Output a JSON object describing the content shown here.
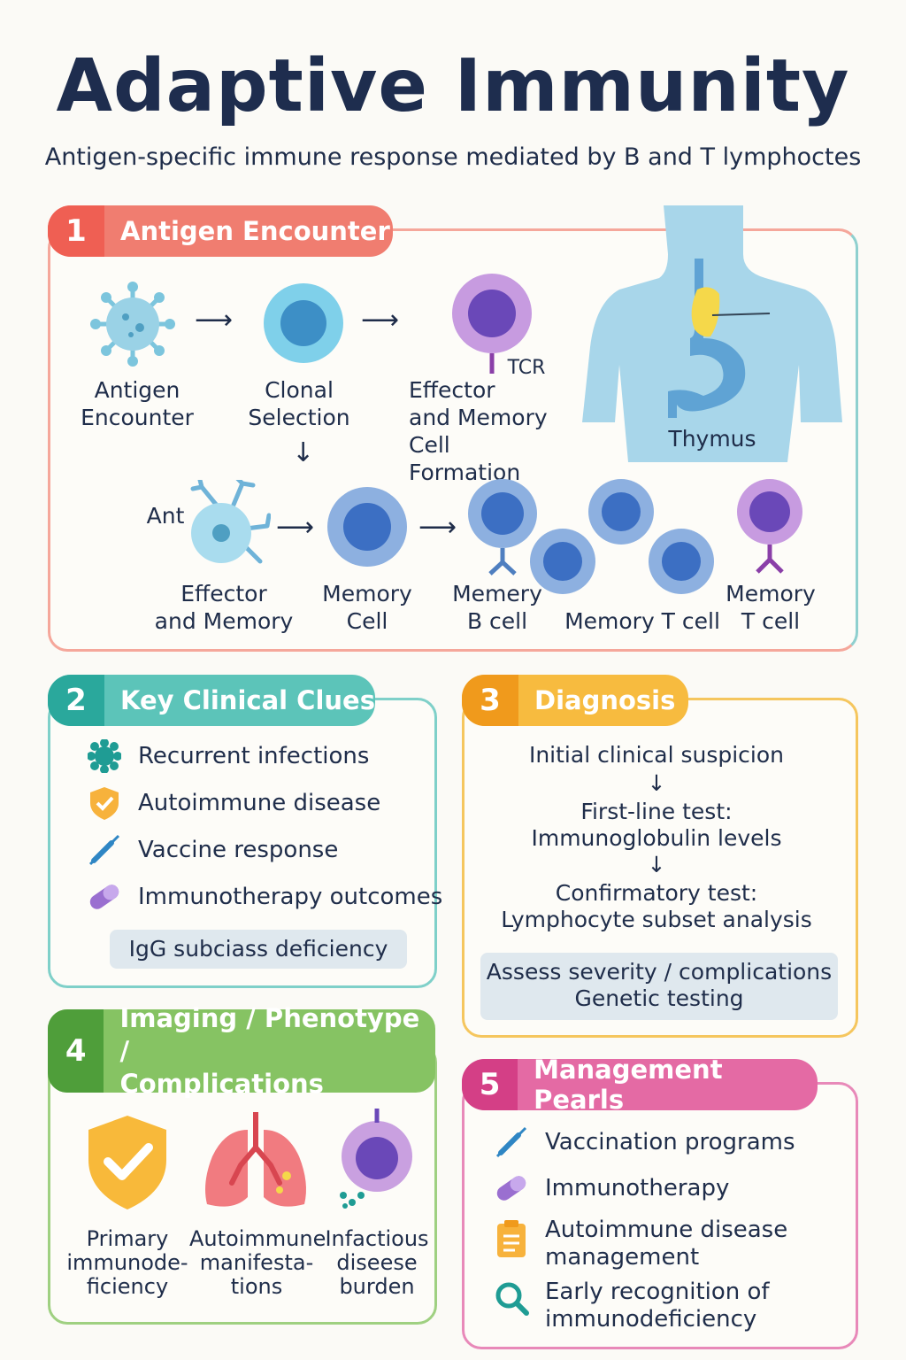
{
  "header": {
    "title": "Adaptive Immunity",
    "subtitle": "Antigen-specific immune response mediated by B and T lymphoctes"
  },
  "sections": {
    "s1": {
      "number": "1",
      "title": "Antigen Encounter",
      "color": "#f06b5e",
      "labels": {
        "antigen": "Antigen\nEncounter",
        "clonal": "Clonal\nSelection",
        "effector": "Effector\nand Memory\nCell Formation",
        "tcr": "TCR",
        "thymus": "Thymus",
        "ant": "Ant",
        "effector2": "Effector\nand Memory",
        "memory_cell": "Memory\nCell",
        "memery_b": "Memery\nB cell",
        "memory_t": "Memory T cell",
        "memory_t2": "Memory\nT cell"
      }
    },
    "s2": {
      "number": "2",
      "title": "Key Clinical Clues",
      "color": "#35b5a8",
      "items": [
        {
          "icon": "virus-icon",
          "label": "Recurrent infections"
        },
        {
          "icon": "shield-icon",
          "label": "Autoimmune disease"
        },
        {
          "icon": "syringe-icon",
          "label": "Vaccine response"
        },
        {
          "icon": "capsule-icon",
          "label": "Immunotherapy outcomes"
        }
      ],
      "note": "IgG subciass deficiency"
    },
    "s3": {
      "number": "3",
      "title": "Diagnosis",
      "color": "#f5b43a",
      "steps": [
        "Initial clinical suspicion",
        "First-line test:\nImmunoglobulin levels",
        "Confirmatory test:\nLymphocyte subset analysis"
      ],
      "arrow": "↓",
      "note": "Assess severity / complications\nGenetic testing"
    },
    "s4": {
      "number": "4",
      "title": "Imaging / Phenotype /\nComplications",
      "color": "#7cbd5a",
      "items": [
        {
          "icon": "shield-check-icon",
          "label": "Primary\nimmunode-\nficiency"
        },
        {
          "icon": "lungs-icon",
          "label": "Autoimmune\nmanifesta-\ntions"
        },
        {
          "icon": "infected-cell-icon",
          "label": "Infactious\ndiseese\nburden"
        }
      ]
    },
    "s5": {
      "number": "5",
      "title": "Management Pearls",
      "color": "#e0579a",
      "items": [
        {
          "icon": "syringe-icon",
          "label": "Vaccination programs"
        },
        {
          "icon": "capsule-icon",
          "label": "Immunotherapy"
        },
        {
          "icon": "clipboard-icon",
          "label": "Autoimmune disease\nmanagement"
        },
        {
          "icon": "magnifier-icon",
          "label": "Early recognition of\nimmunodeficiency"
        }
      ]
    }
  }
}
